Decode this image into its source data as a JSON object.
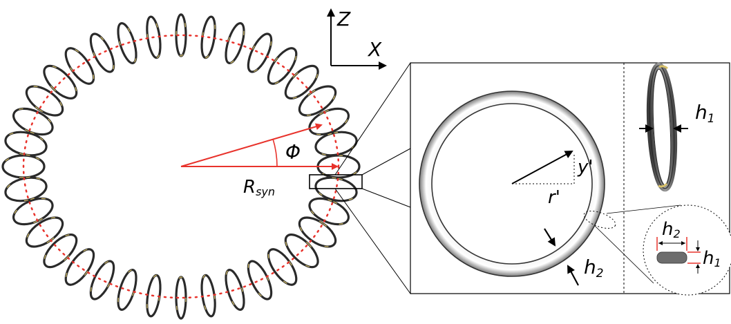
{
  "axes": {
    "vertical": "Z",
    "horizontal": "X"
  },
  "labels": {
    "angle": "Φ",
    "radius_main": "R",
    "radius_sub": "syn",
    "y_prime": "y'",
    "r_prime": "r'",
    "h1_main": "h",
    "h1_sub": "1",
    "h2_main": "h",
    "h2_sub": "2"
  },
  "ring": {
    "count": 36
  },
  "colors": {
    "arrow_red": "#e8322b",
    "dotted_red": "#e8322b",
    "ring_dark": "#2a2a2a",
    "ring_highlight": "#d9c26a",
    "tube_light": "#f2f2f2",
    "tube_shadow": "#8a8a8a",
    "profile_fill": "#6d6d6d"
  }
}
